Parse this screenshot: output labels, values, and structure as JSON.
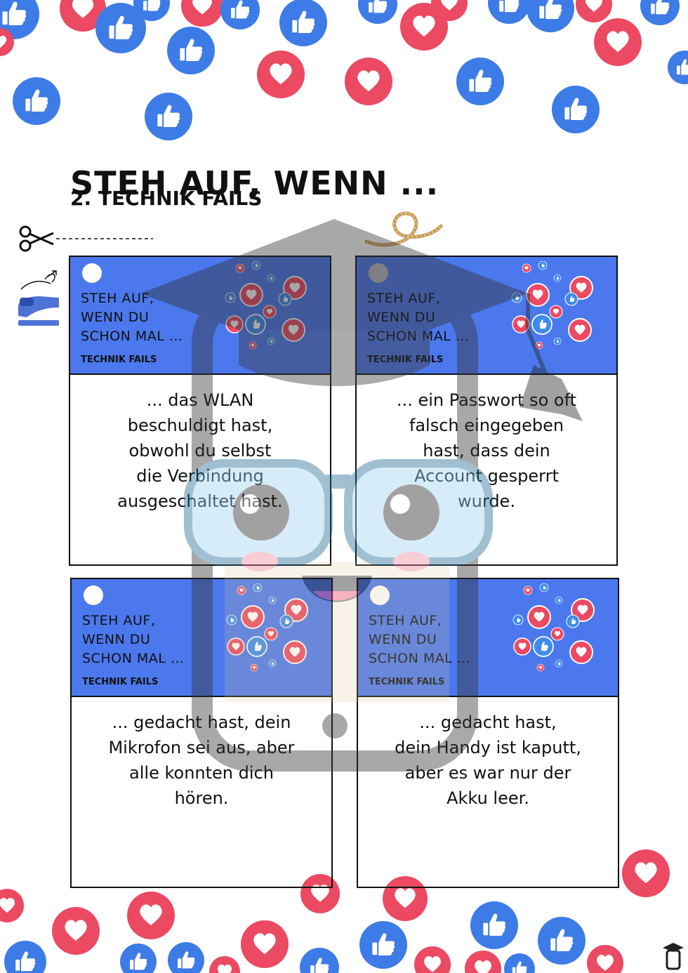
{
  "page": {
    "title": "STEH AUF, WENN ...",
    "subtitle": "2. TECHNIK FAILS"
  },
  "colors": {
    "blue": "#3d6eeb",
    "red": "#ec4a63",
    "card_border": "#111111"
  },
  "icons": [
    "heart-icon",
    "thumbs-up-icon",
    "scissors-icon",
    "stapler-icon",
    "rope-icon",
    "graduation-cap-icon"
  ],
  "cards": [
    {
      "head_line1": "STEH AUF,",
      "head_line2": "WENN DU",
      "head_line3": "SCHON MAL ...",
      "category": "TECHNIK FAILS",
      "body": [
        "... das WLAN",
        "beschuldigt hast,",
        "obwohl du selbst",
        "die Verbindung",
        "ausgeschaltet hast."
      ]
    },
    {
      "head_line1": "STEH AUF,",
      "head_line2": "WENN DU",
      "head_line3": "SCHON MAL ...",
      "category": "TECHNIK FAILS",
      "body": [
        "... ein Passwort so oft",
        "falsch eingegeben",
        "hast, dass dein",
        "Account gesperrt",
        "wurde."
      ]
    },
    {
      "head_line1": "STEH AUF,",
      "head_line2": "WENN DU",
      "head_line3": "SCHON MAL ...",
      "category": "TECHNIK FAILS",
      "body": [
        "... gedacht hast, dein",
        "Mikrofon sei aus, aber",
        "alle konnten dich",
        "hören."
      ]
    },
    {
      "head_line1": "STEH AUF,",
      "head_line2": "WENN DU",
      "head_line3": "SCHON MAL ...",
      "category": "TECHNIK FAILS",
      "body": [
        "... gedacht hast,",
        "dein Handy ist kaputt,",
        "aber es war nur der",
        "Akku leer."
      ]
    }
  ]
}
